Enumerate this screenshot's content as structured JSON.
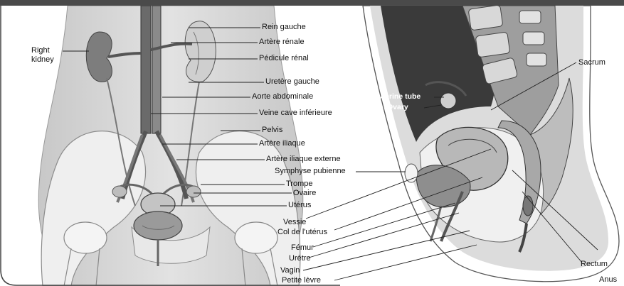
{
  "colors": {
    "top_bar": "#4a4a4a",
    "frame_border": "#444444",
    "left_skin": "#d9d9d9",
    "right_background": "#ffffff",
    "bone": "#f2f2f2",
    "vessel": "#555555",
    "label_text": "#111111",
    "label_text_on_dark": "#ffffff"
  },
  "labels": {
    "right_kidney": "Right\nkidney",
    "rein_gauche": "Rein gauche",
    "artere_renale": "Artère rénale",
    "pedicule_renal": "Pédicule rénal",
    "uretere_gauche": "Uretère gauche",
    "aorte_abdominale": "Aorte abdominale",
    "veine_cave": "Veine cave inférieure",
    "pelvis": "Pelvis",
    "artere_iliaque": "Artère iliaque",
    "artere_iliaque_externe": "Artère iliaque externe",
    "symphyse_pubienne": "Symphyse pubienne",
    "trompe": "Trompe",
    "ovaire": "Ovaire",
    "uterus": "Utérus",
    "vessie": "Vessie",
    "col_uterus": "Col de l'utérus",
    "femur": "Fémur",
    "uretre": "Urètre",
    "vagin": "Vagin",
    "petite_levre": "Petite lèvre",
    "sacrum": "Sacrum",
    "uterine_tube": "Uterine tube",
    "ovary": "Ovary",
    "rectum": "Rectum",
    "anus": "Anus"
  }
}
